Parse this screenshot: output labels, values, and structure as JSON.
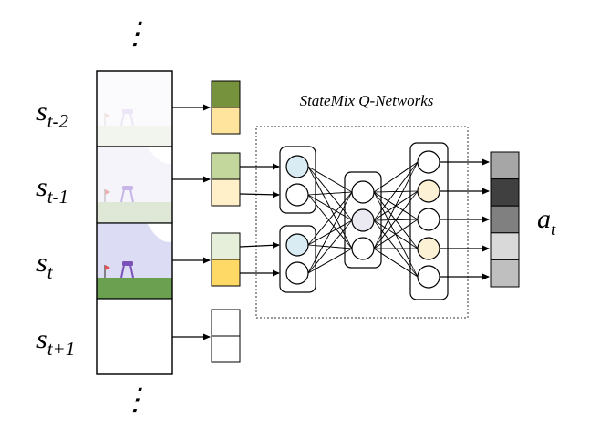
{
  "title": "StateMix Q-Networks",
  "output_label": {
    "base": "a",
    "sub": "t"
  },
  "ellipsis": "⋮",
  "frames": [
    {
      "base": "s",
      "sub": "t-2",
      "scene": "faded",
      "sky": "#fbfbfd",
      "ground": "#f1f5ee"
    },
    {
      "base": "s",
      "sub": "t-1",
      "scene": "pale",
      "sky": "#f5f4fb",
      "ground": "#dfe8d6"
    },
    {
      "base": "s",
      "sub": "t",
      "scene": "full",
      "sky": "#dcdcf4",
      "ground": "#6aa04f"
    },
    {
      "base": "s",
      "sub": "t+1",
      "scene": "empty",
      "sky": "#ffffff",
      "ground": "#ffffff"
    }
  ],
  "state_vectors": [
    {
      "top": "#77923c",
      "bottom": "#ffe49e"
    },
    {
      "top": "#c3d69b",
      "bottom": "#fff0c9"
    },
    {
      "top": "#e6efd9",
      "bottom": "#ffd966"
    },
    {
      "top": "#ffffff",
      "bottom": "#ffffff"
    }
  ],
  "network": {
    "input_group_colors": [
      "#d9ebf3",
      "#ffffff"
    ],
    "hidden_colors": [
      "#ffffff",
      "#ebeaf2",
      "#ffffff"
    ],
    "output_colors": [
      "#ffffff",
      "#fdf1d5",
      "#ffffff",
      "#fdf1d5",
      "#ffffff"
    ]
  },
  "action_bar_colors": [
    "#a6a6a6",
    "#404040",
    "#808080",
    "#d9d9d9",
    "#bfbfbf"
  ],
  "colors": {
    "stroke": "#000000",
    "dashed_box": "#333333"
  }
}
